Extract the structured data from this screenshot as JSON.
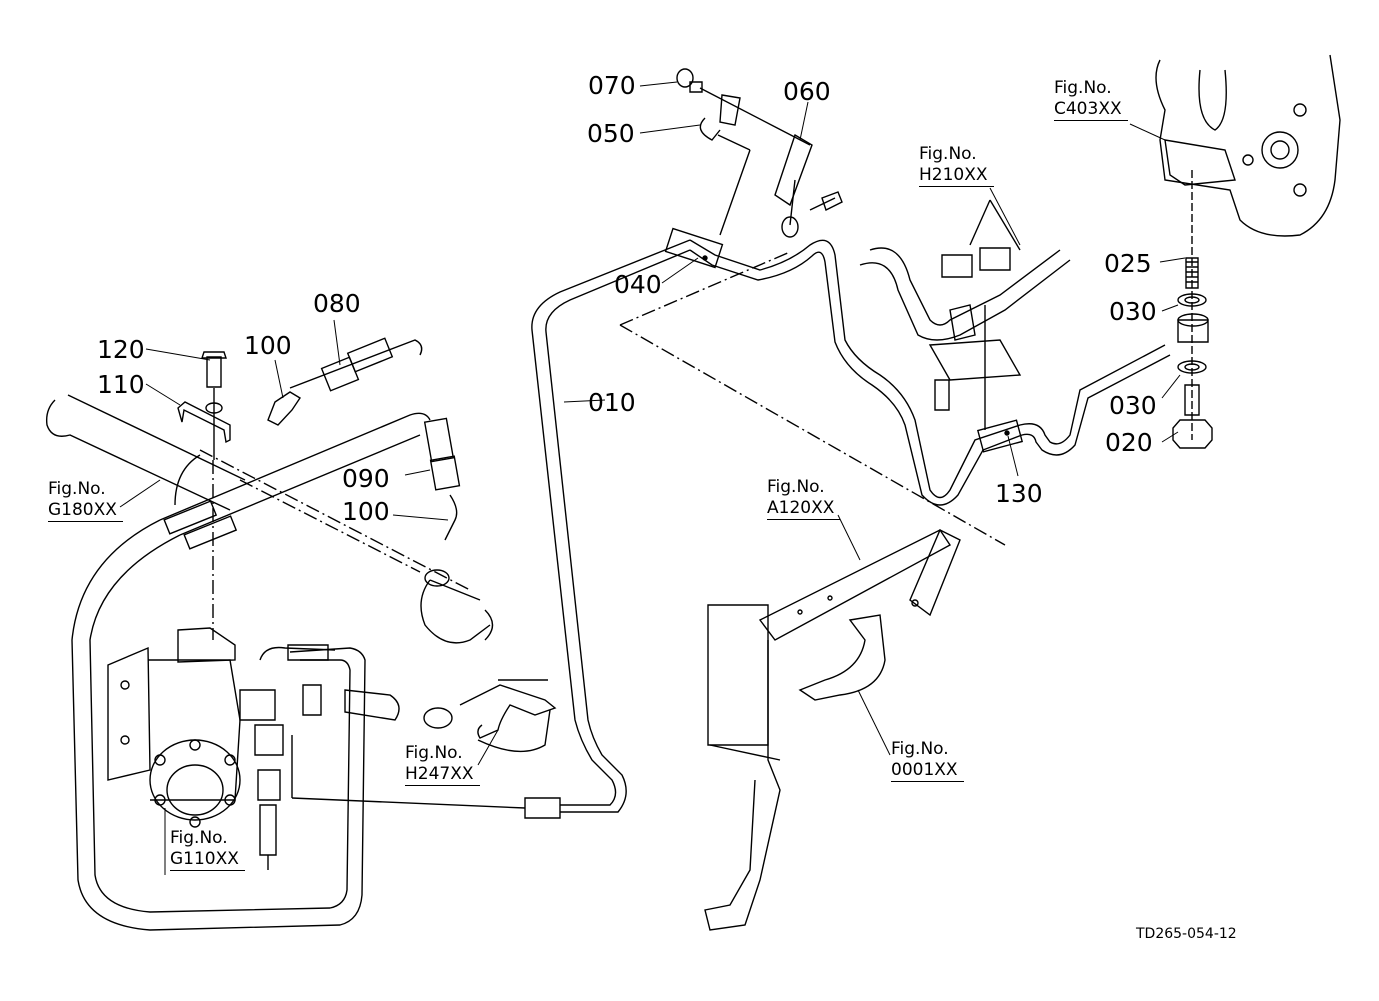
{
  "diagram": {
    "drawing_code": "TD265-054-12",
    "part_callouts": [
      {
        "id": "010",
        "label": "010"
      },
      {
        "id": "020",
        "label": "020"
      },
      {
        "id": "025",
        "label": "025"
      },
      {
        "id": "030a",
        "label": "030"
      },
      {
        "id": "030b",
        "label": "030"
      },
      {
        "id": "040",
        "label": "040"
      },
      {
        "id": "050",
        "label": "050"
      },
      {
        "id": "060",
        "label": "060"
      },
      {
        "id": "070",
        "label": "070"
      },
      {
        "id": "080",
        "label": "080"
      },
      {
        "id": "090",
        "label": "090"
      },
      {
        "id": "100a",
        "label": "100"
      },
      {
        "id": "100b",
        "label": "100"
      },
      {
        "id": "110",
        "label": "110"
      },
      {
        "id": "120",
        "label": "120"
      },
      {
        "id": "130",
        "label": "130"
      }
    ],
    "figure_references": [
      {
        "prefix": "Fig.No.",
        "number": "C403XX"
      },
      {
        "prefix": "Fig.No.",
        "number": "H210XX"
      },
      {
        "prefix": "Fig.No.",
        "number": "G180XX"
      },
      {
        "prefix": "Fig.No.",
        "number": "A120XX"
      },
      {
        "prefix": "Fig.No.",
        "number": "0001XX"
      },
      {
        "prefix": "Fig.No.",
        "number": "H247XX"
      },
      {
        "prefix": "Fig.No.",
        "number": "G110XX"
      }
    ]
  }
}
